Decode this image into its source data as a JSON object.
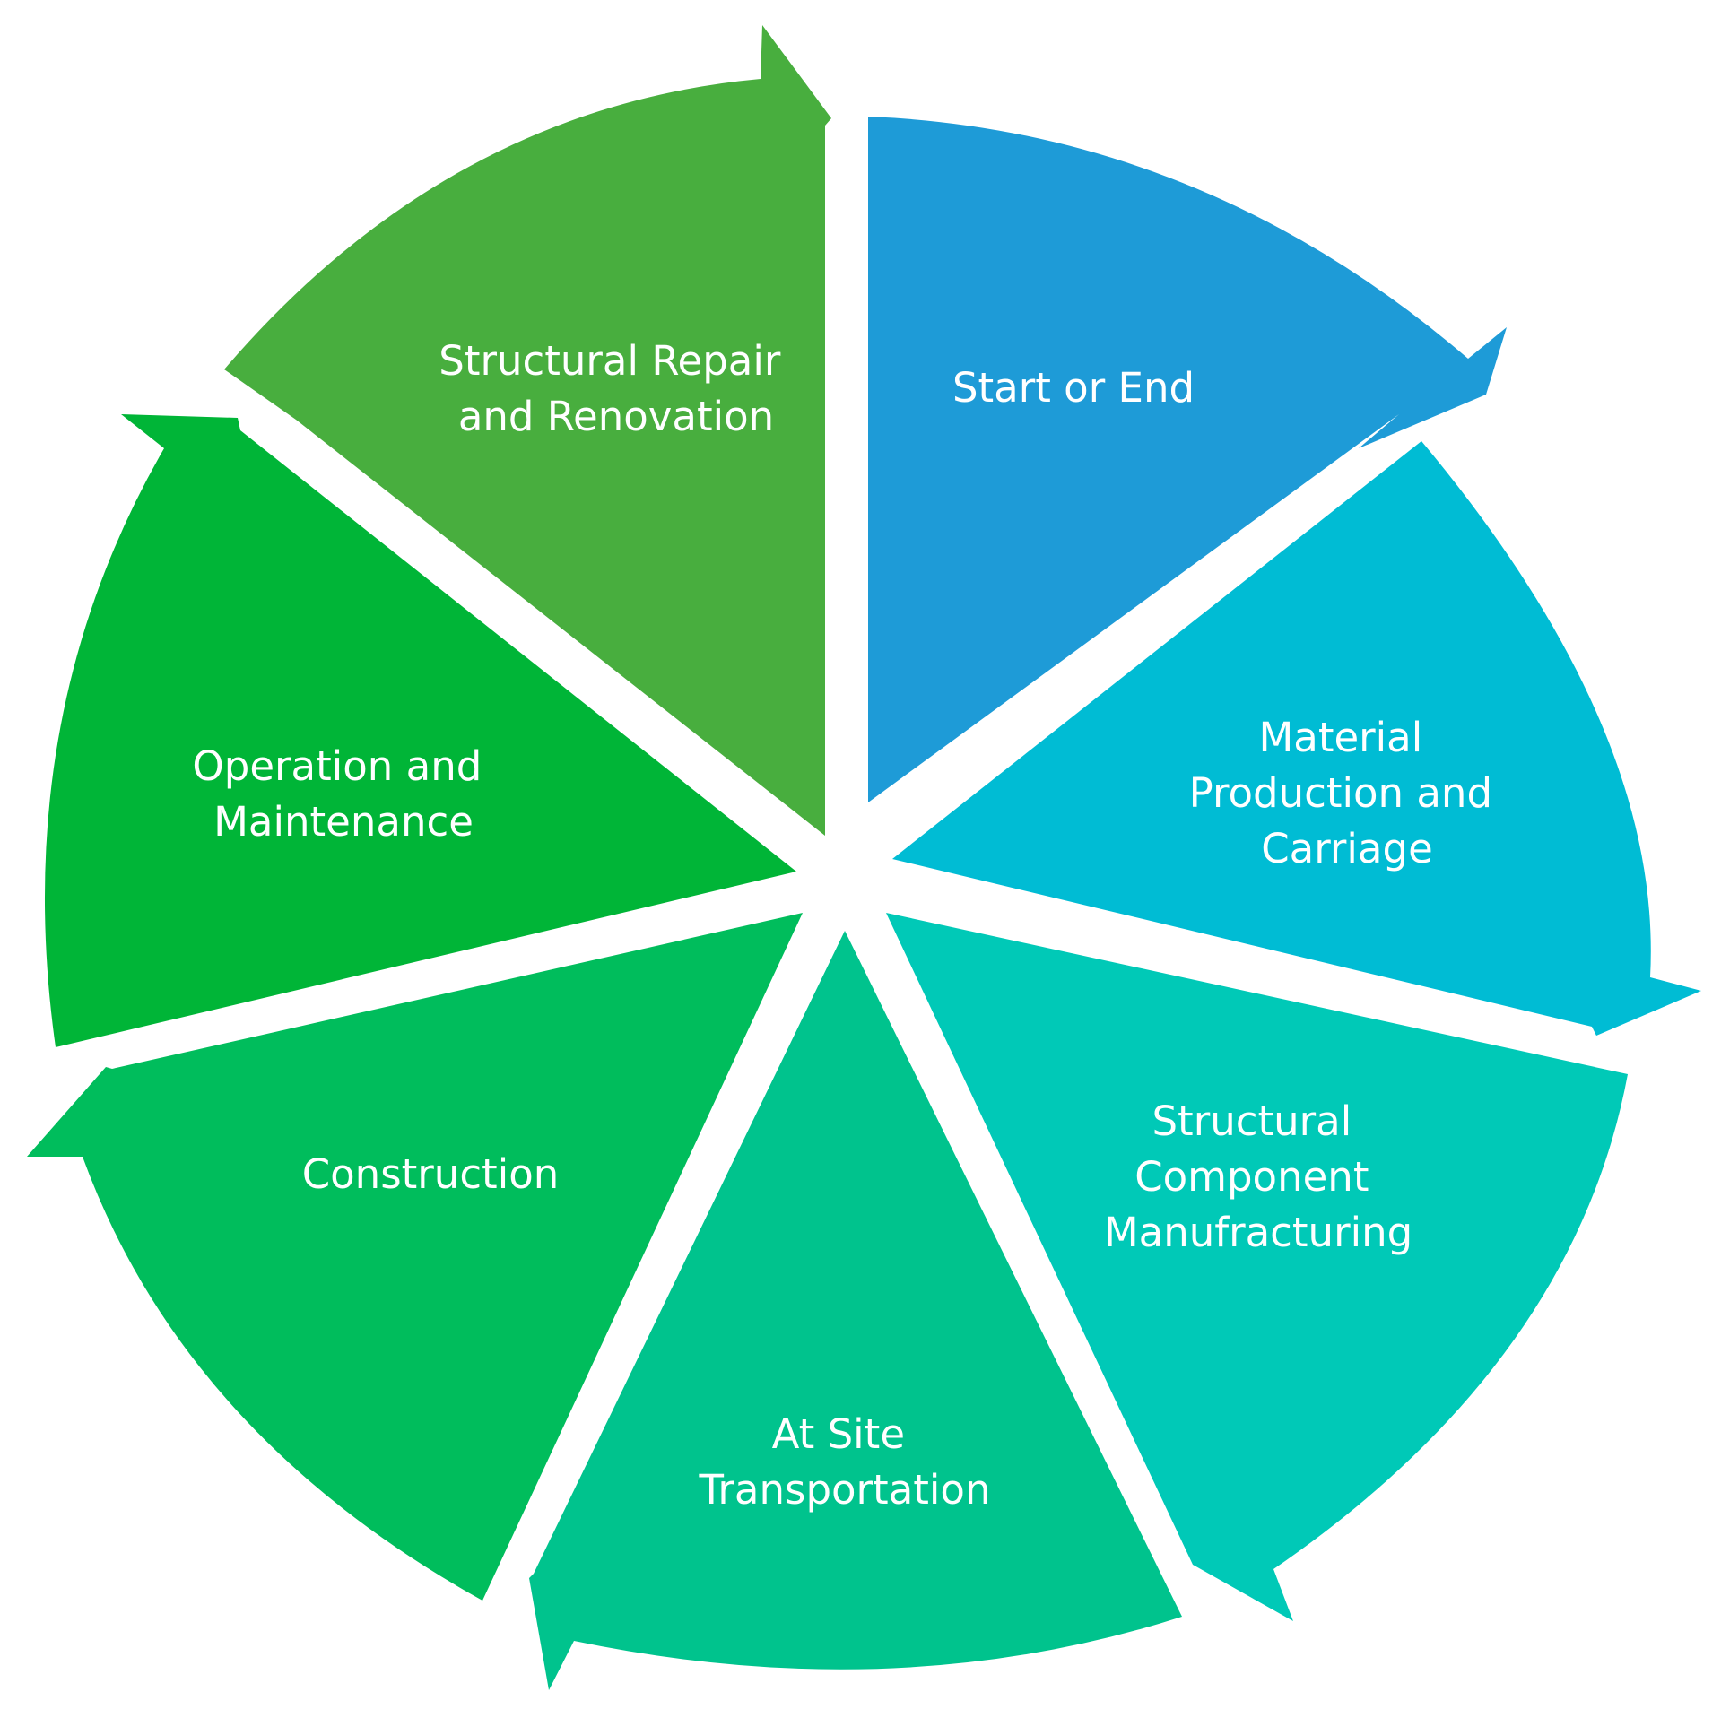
{
  "diagram": {
    "segments": [
      {
        "id": "start-or-end",
        "lines": [
          "Start or End"
        ],
        "color": "#1e9bd7"
      },
      {
        "id": "material-production",
        "lines": [
          "Material",
          "Production and",
          "Carriage"
        ],
        "color": "#00bcd4"
      },
      {
        "id": "component-manufacturing",
        "lines": [
          "Structural",
          "Component",
          "Manufracturing"
        ],
        "color": "#00c9b7"
      },
      {
        "id": "site-transportation",
        "lines": [
          "At Site",
          "Transportation"
        ],
        "color": "#00c38d"
      },
      {
        "id": "construction",
        "lines": [
          "Construction"
        ],
        "color": "#00bd5c"
      },
      {
        "id": "operation-maintenance",
        "lines": [
          "Operation and",
          "Maintenance"
        ],
        "color": "#00b537"
      },
      {
        "id": "repair-renovation",
        "lines": [
          "Structural Repair",
          "and Renovation"
        ],
        "color": "#48ae3e"
      }
    ]
  }
}
